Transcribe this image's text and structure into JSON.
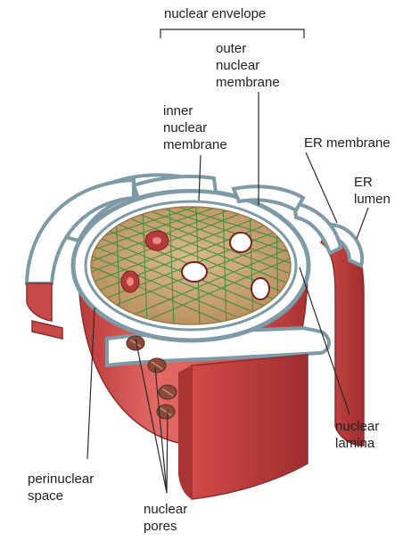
{
  "diagram": {
    "labels": {
      "nuclear_envelope": "nuclear envelope",
      "outer_membrane": [
        "outer",
        "nuclear",
        "membrane"
      ],
      "inner_membrane": [
        "inner",
        "nuclear",
        "membrane"
      ],
      "er_membrane": "ER membrane",
      "er_lumen": [
        "ER",
        "lumen"
      ],
      "perinuclear_space": [
        "perinuclear",
        "space"
      ],
      "nuclear_pores": [
        "nuclear",
        "pores"
      ],
      "nuclear_lamina": [
        "nuclear",
        "lamina"
      ]
    },
    "colors": {
      "membrane_red": "#c94a4a",
      "membrane_dark": "#a83434",
      "membrane_edge": "#7d9aa6",
      "lumen_white": "#ffffff",
      "nucleoplasm": "#c9a877",
      "lamina_green": "#2f8a3a",
      "pore_brown": "#8a4a3a"
    }
  }
}
